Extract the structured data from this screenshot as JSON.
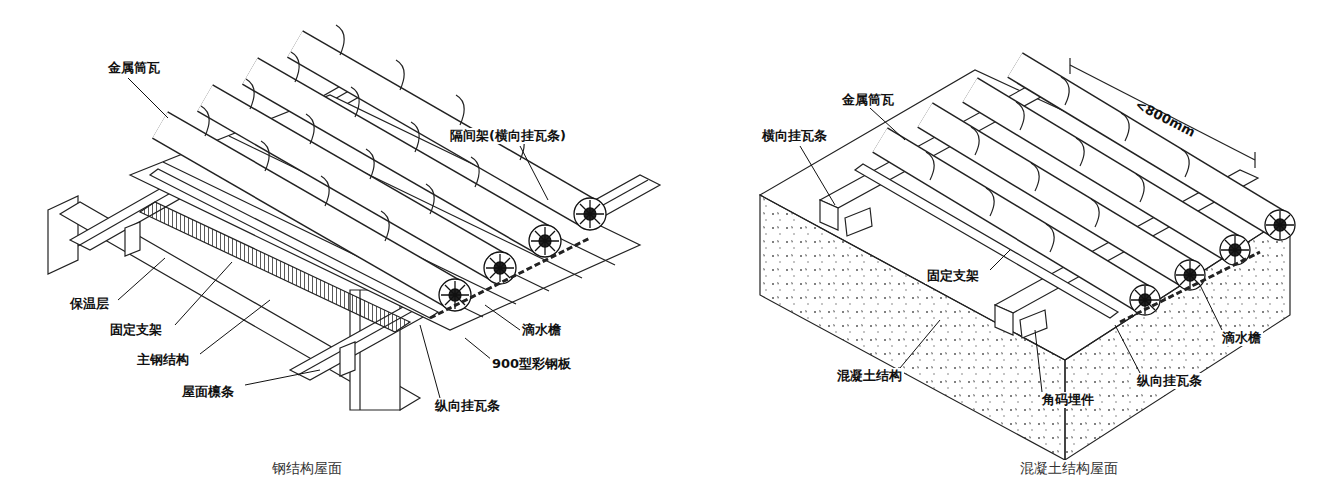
{
  "diagram": {
    "labels": [
      "金属筒瓦",
      "隔间架(横向挂瓦条)",
      "保温层",
      "固定支架",
      "主钢结构",
      "屋面檩条",
      "滴水檐",
      "900型彩钢板",
      "纵向挂瓦条",
      "钢结构屋面",
      "金属筒瓦",
      "横向挂瓦条",
      "<800mm",
      "固定支架",
      "混凝土结构",
      "滴水檐",
      "纵向挂瓦条",
      "角码埋件",
      "混凝土结构屋面"
    ]
  }
}
